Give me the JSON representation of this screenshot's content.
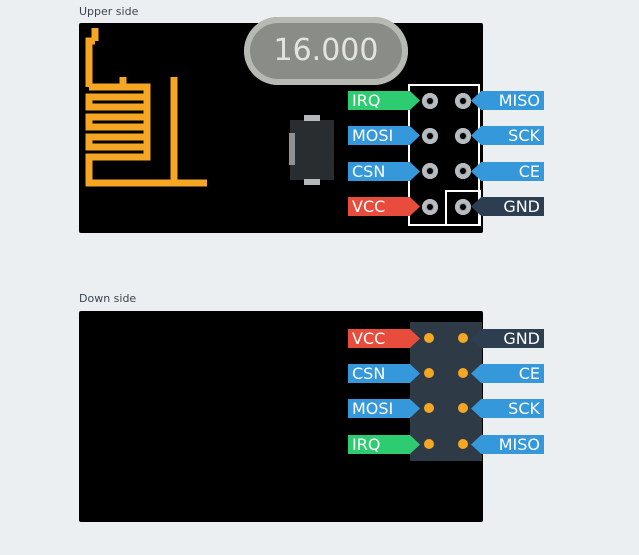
{
  "upper": {
    "title": "Upper side",
    "crystal_text": "16.000",
    "left_pins": [
      {
        "label": "IRQ",
        "color": "#2ecc71"
      },
      {
        "label": "MOSI",
        "color": "#3498db"
      },
      {
        "label": "CSN",
        "color": "#3498db"
      },
      {
        "label": "VCC",
        "color": "#e74c3c"
      }
    ],
    "right_pins": [
      {
        "label": "MISO",
        "color": "#3498db"
      },
      {
        "label": "SCK",
        "color": "#3498db"
      },
      {
        "label": "CE",
        "color": "#3498db"
      },
      {
        "label": "GND",
        "color": "#2c3e50"
      }
    ]
  },
  "down": {
    "title": "Down side",
    "left_pins": [
      {
        "label": "VCC",
        "color": "#e74c3c"
      },
      {
        "label": "CSN",
        "color": "#3498db"
      },
      {
        "label": "MOSI",
        "color": "#3498db"
      },
      {
        "label": "IRQ",
        "color": "#2ecc71"
      }
    ],
    "right_pins": [
      {
        "label": "GND",
        "color": "#2c3e50"
      },
      {
        "label": "CE",
        "color": "#3498db"
      },
      {
        "label": "SCK",
        "color": "#3498db"
      },
      {
        "label": "MISO",
        "color": "#3498db"
      }
    ]
  },
  "colors": {
    "board": "#000000",
    "antenna": "#f5a623",
    "pad_dot": "#f5a623"
  }
}
